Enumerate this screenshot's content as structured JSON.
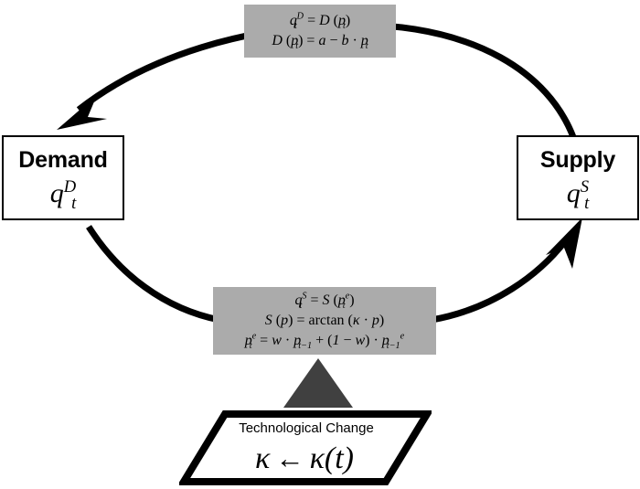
{
  "diagram": {
    "title": "Cobweb model flow diagram",
    "colors": {
      "label_fill": "#ababab",
      "node_fill": "#ffffff",
      "stroke": "#000000",
      "triangle_fill": "#404040"
    },
    "nodes": {
      "demand": {
        "title": "Demand",
        "symbol_base": "q",
        "symbol_sup": "D",
        "symbol_sub": "t"
      },
      "supply": {
        "title": "Supply",
        "symbol_base": "q",
        "symbol_sup": "S",
        "symbol_sub": "t"
      }
    },
    "labels": {
      "demand_equation": {
        "lines": [
          "q_t^D = D (p_t)",
          "D (p_t) = a − b · p_t"
        ]
      },
      "supply_equation": {
        "lines": [
          "q_t^S = S (p_t^e)",
          "S (p) = arctan (κ · p)",
          "p_t^e = w · p_{t−1} + (1 − w) · p_{t−1}^e"
        ]
      }
    },
    "technological_change": {
      "title": "Technological Change",
      "formula_left": "κ",
      "formula_arrow": "←",
      "formula_right": "κ(t)"
    },
    "connectors": {
      "top_arrow": "supply-to-demand",
      "bottom_arrow": "demand-to-supply",
      "tech_arrow": "technology-to-supply-equation"
    }
  }
}
